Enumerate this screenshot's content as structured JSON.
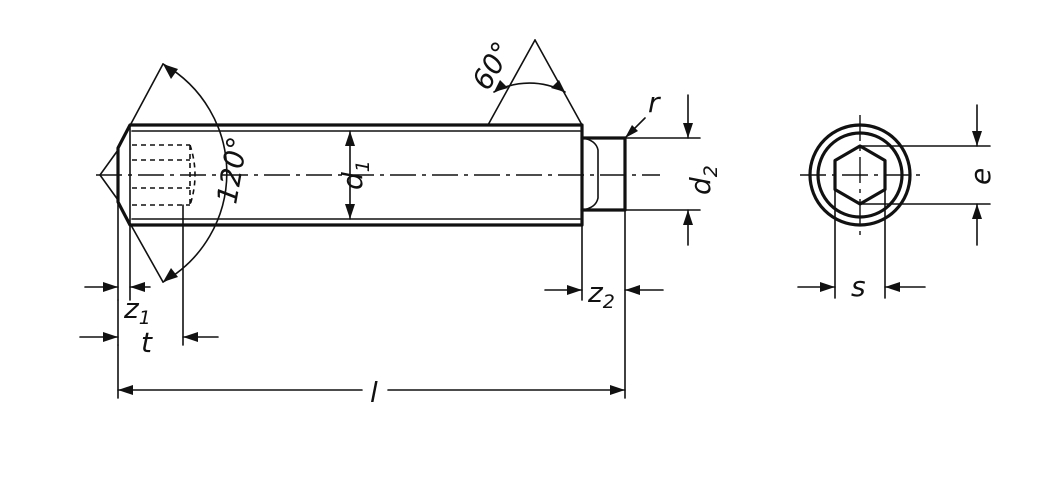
{
  "labels": {
    "z1": {
      "main": "z",
      "sub": "1"
    },
    "t": "t",
    "l": "l",
    "z2": {
      "main": "z",
      "sub": "2"
    },
    "d1": {
      "main": "d",
      "sub": "1"
    },
    "d2": {
      "main": "d",
      "sub": "2"
    },
    "angle_120": "120°",
    "angle_60": "60°",
    "r": "r",
    "s": "s",
    "e": "e"
  }
}
